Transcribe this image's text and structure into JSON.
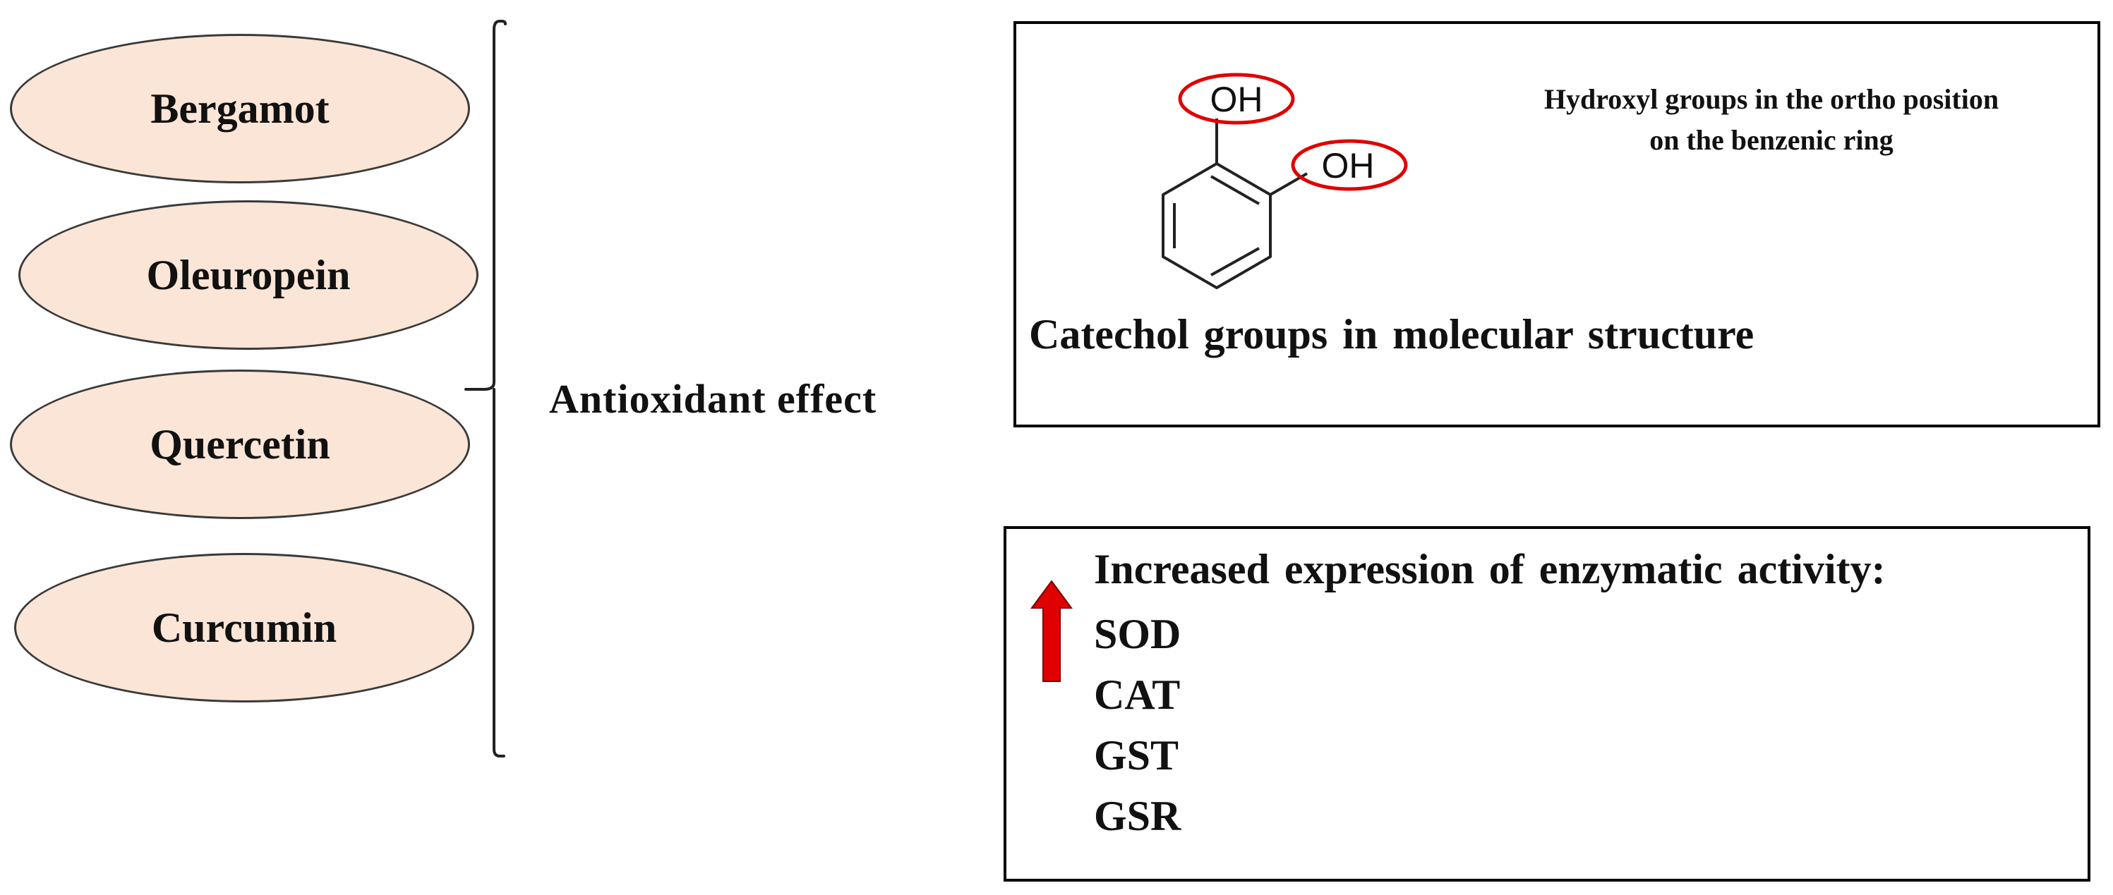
{
  "compounds": [
    {
      "label": "Bergamot"
    },
    {
      "label": "Oleuropein"
    },
    {
      "label": "Quercetin"
    },
    {
      "label": "Curcumin"
    }
  ],
  "effect": {
    "label": "Antioxidant  effect"
  },
  "structure_box": {
    "oh_label_1": "OH",
    "oh_label_2": "OH",
    "hydroxyl_line1": "Hydroxyl  groups  in  the  ortho  position",
    "hydroxyl_line2": "on  the  benzenic  ring",
    "caption": "Catechol groups  in  molecular  structure"
  },
  "enzyme_box": {
    "title": "Increased  expression  of enzymatic  activity:",
    "enzymes": [
      "SOD",
      "CAT",
      "GST",
      "GSR"
    ],
    "arrow_icon": "up-arrow-icon",
    "arrow_color": "#e00000"
  },
  "colors": {
    "ellipse_fill": "#fbe5d6",
    "highlight": "#e00000"
  }
}
